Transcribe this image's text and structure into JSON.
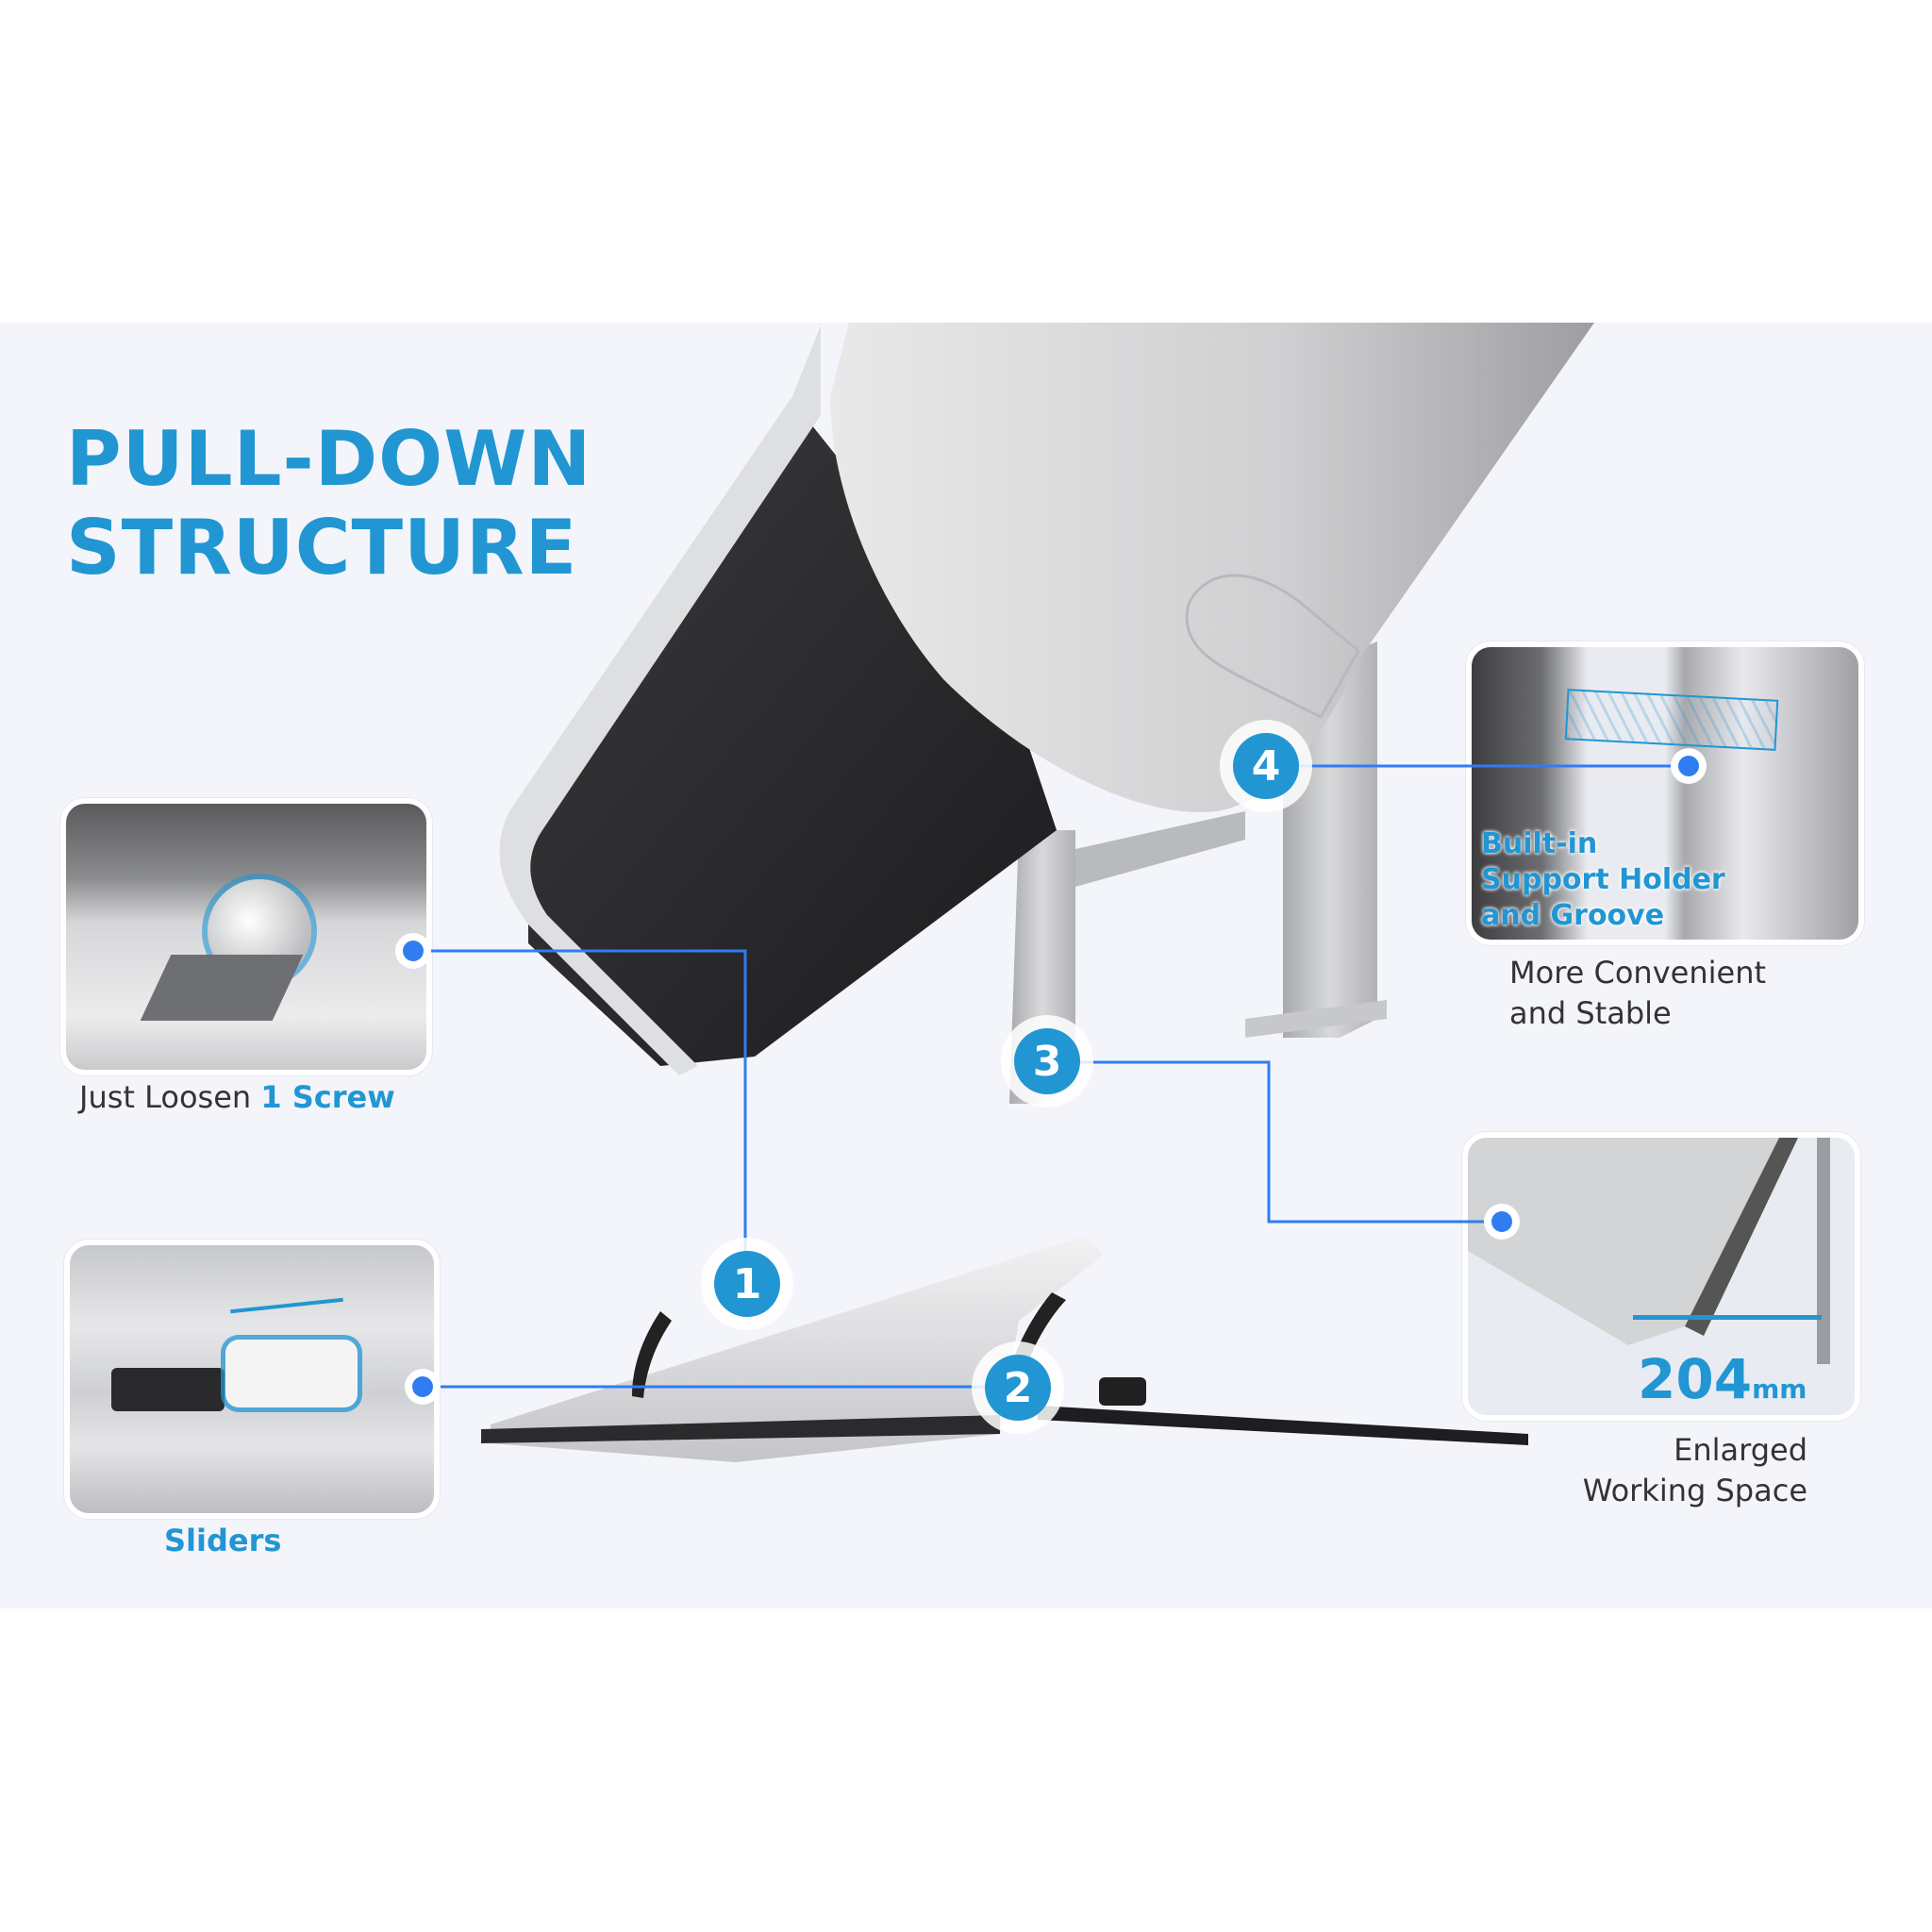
{
  "title": {
    "line1": "PULL-DOWN",
    "line2": "STRUCTURE"
  },
  "accent_color": "#2196d3",
  "connector_color": "#2f7df0",
  "callouts": [
    {
      "number": "1",
      "caption_prefix": "Just Loosen ",
      "caption_highlight": "1 Screw",
      "image": "screw-closeup"
    },
    {
      "number": "2",
      "caption": "Sliders",
      "image": "slider-closeup"
    },
    {
      "number": "3",
      "measure_value": "204",
      "measure_unit": "mm",
      "caption_line1": "Enlarged",
      "caption_line2": "Working Space",
      "image": "working-space-closeup"
    },
    {
      "number": "4",
      "overlay_line1": "Built-in",
      "overlay_line2": "Support Holder",
      "overlay_line3": "and Groove",
      "caption_line1": "More Convenient",
      "caption_line2": "and Stable",
      "image": "support-holder-closeup"
    }
  ]
}
